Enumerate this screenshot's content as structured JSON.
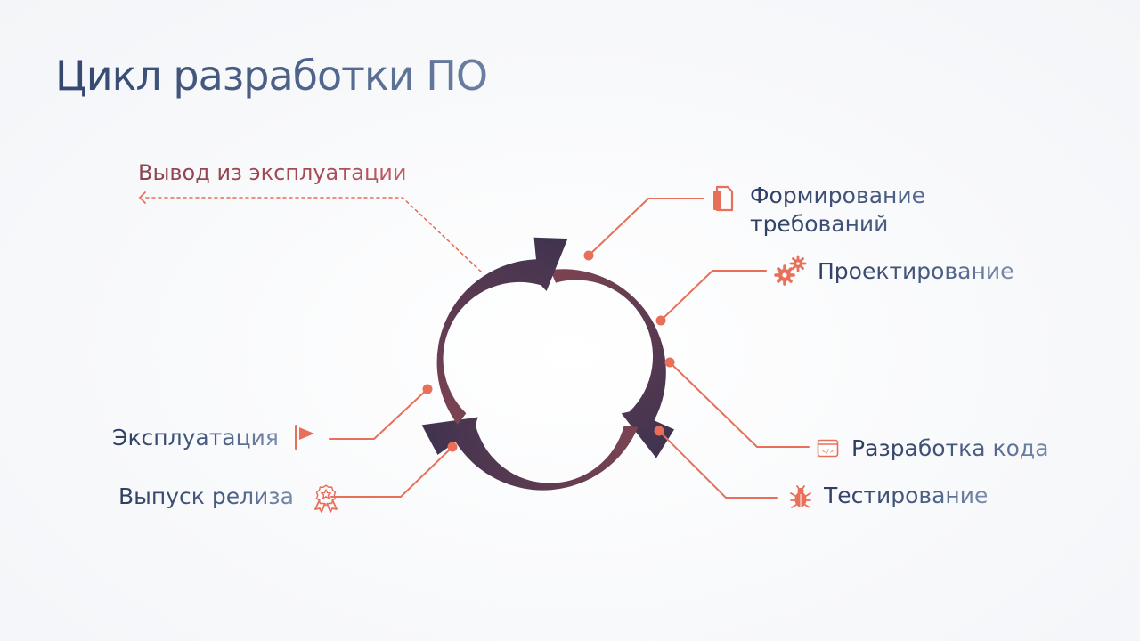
{
  "title": "Цикл разработки ПО",
  "decommission": {
    "label": "Вывод из эксплуатации"
  },
  "stages": {
    "requirements": {
      "label": "Формирование требований",
      "icon": "document-icon"
    },
    "design": {
      "label": "Проектирование",
      "icon": "gears-icon"
    },
    "development": {
      "label": "Разработка кода",
      "icon": "code-window-icon"
    },
    "testing": {
      "label": "Тестирование",
      "icon": "bug-icon"
    },
    "release": {
      "label": "Выпуск релиза",
      "icon": "award-ribbon-icon"
    },
    "operation": {
      "label": "Эксплуатация",
      "icon": "flag-icon"
    }
  },
  "colors": {
    "accent": "#e8705a",
    "title": "#3d5579",
    "label": "#3d4f73",
    "decommission": "#a0474f",
    "cycle_top": "#a14c52",
    "cycle_bottom": "#2f2f4f"
  }
}
